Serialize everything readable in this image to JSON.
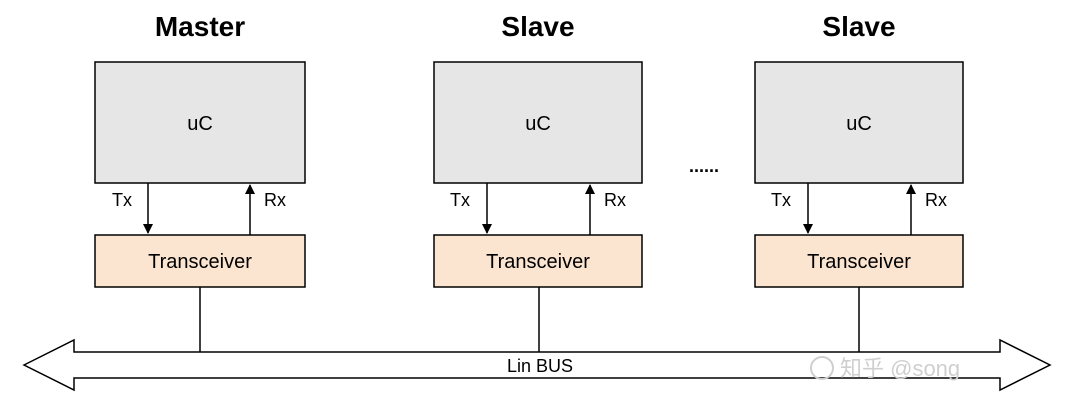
{
  "nodes": [
    {
      "title": "Master",
      "uc_label": "uC",
      "transceiver_label": "Transceiver",
      "tx_label": "Tx",
      "rx_label": "Rx"
    },
    {
      "title": "Slave",
      "uc_label": "uC",
      "transceiver_label": "Transceiver",
      "tx_label": "Tx",
      "rx_label": "Rx"
    },
    {
      "title": "Slave",
      "uc_label": "uC",
      "transceiver_label": "Transceiver",
      "tx_label": "Tx",
      "rx_label": "Rx"
    }
  ],
  "ellipsis": "......",
  "bus_label": "Lin BUS",
  "watermark": "知乎 @song",
  "colors": {
    "uc_fill": "#e6e6e6",
    "transceiver_fill": "#fbe5d0",
    "line": "#000000"
  }
}
